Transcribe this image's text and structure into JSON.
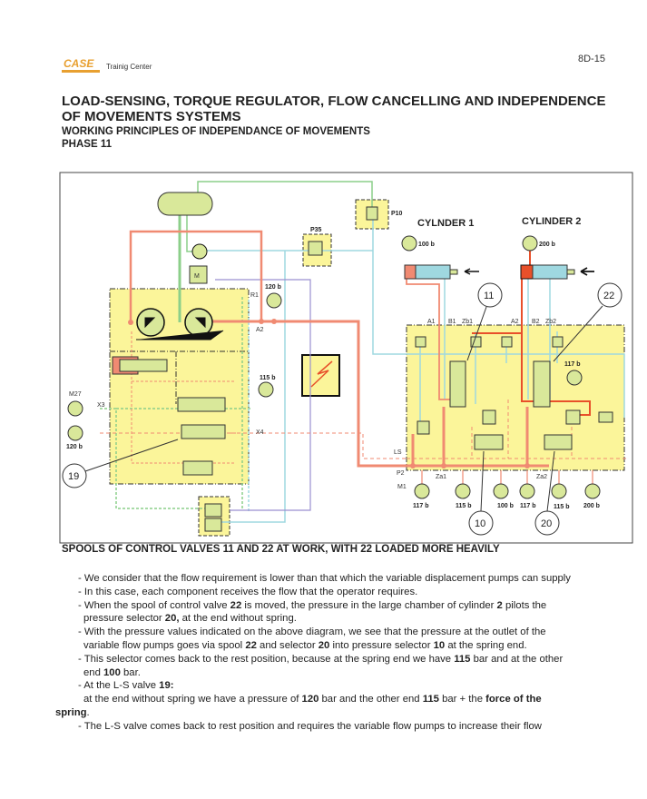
{
  "header": {
    "logo_text": "CASE",
    "training_label": "Trainig Center",
    "page_number": "8D-15"
  },
  "title": "LOAD-SENSING, TORQUE REGULATOR, FLOW CANCELLING AND INDEPENDENCE OF MOVEMENTS SYSTEMS",
  "subtitle": "WORKING PRINCIPLES OF INDEPENDANCE OF MOVEMENTS",
  "phase": "PHASE 11",
  "diagram": {
    "cylinder_1": "CYLNDER 1",
    "cylinder_2": "CYLINDER 2",
    "ports": {
      "p10": "P10",
      "p35": "P35",
      "r1": "R1",
      "a2_pump": "A2",
      "m27": "M27",
      "x3": "X3",
      "x4": "X4",
      "ls": "LS",
      "p2": "P2",
      "m1": "M1",
      "a1": "A1",
      "b1": "B1",
      "zb1": "Zb1",
      "a2": "A2",
      "b2": "B2",
      "zb2": "Zb2",
      "za1": "Za1",
      "za2": "Za2",
      "motor": "M"
    },
    "gauges": {
      "pump_outlet": "120 b",
      "x4": "115 b",
      "left_low": "120 b",
      "cyl1": "100 b",
      "cyl2": "200 b",
      "right_box": "117 b",
      "bottom": [
        "117 b",
        "115 b",
        "100 b",
        "117 b",
        "115 b",
        "200 b"
      ]
    },
    "callouts": {
      "c19": "19",
      "c11": "11",
      "c22": "22",
      "c10": "10",
      "c20": "20"
    },
    "colors": {
      "high_pressure": "#f08a72",
      "cyl2_pressure": "#e8502a",
      "return": "#9fd8e0",
      "suction": "#8ccf8a",
      "electric": "#9a8fd0",
      "block": "#fbf59a",
      "component": "#d9e89a"
    }
  },
  "caption": "SPOOLS OF CONTROL VALVES 11 AND 22 AT WORK, WITH 22 LOADED MORE HEAVILY",
  "body": [
    {
      "cls": "",
      "segs": [
        {
          "t": "- We consider that the flow requirement is lower than that which the variable displacement pumps can supply"
        }
      ]
    },
    {
      "cls": "",
      "segs": [
        {
          "t": "- In this case, each component receives the flow that the operator requires."
        }
      ]
    },
    {
      "cls": "",
      "segs": [
        {
          "t": "- When the spool of control valve "
        },
        {
          "t": "22",
          "b": true
        },
        {
          "t": " is moved, the pressure in the large chamber of cylinder "
        },
        {
          "t": "2",
          "b": true
        },
        {
          "t": " pilots the"
        }
      ]
    },
    {
      "cls": "ind",
      "segs": [
        {
          "t": "pressure selector "
        },
        {
          "t": "20,",
          "b": true
        },
        {
          "t": " at the end without spring."
        }
      ]
    },
    {
      "cls": "",
      "segs": [
        {
          "t": "- With the pressure values indicated on the above diagram, we see that the pressure at the outlet of the"
        }
      ]
    },
    {
      "cls": "ind",
      "segs": [
        {
          "t": "variable flow pumps goes via spool "
        },
        {
          "t": "22",
          "b": true
        },
        {
          "t": " and selector "
        },
        {
          "t": "20",
          "b": true
        },
        {
          "t": " into pressure selector "
        },
        {
          "t": "10",
          "b": true
        },
        {
          "t": " at the spring end."
        }
      ]
    },
    {
      "cls": "",
      "segs": [
        {
          "t": "- This selector comes back to the rest position, because at the spring end we have "
        },
        {
          "t": "115",
          "b": true
        },
        {
          "t": " bar and at the other"
        }
      ]
    },
    {
      "cls": "ind",
      "segs": [
        {
          "t": "end "
        },
        {
          "t": "100",
          "b": true
        },
        {
          "t": " bar."
        }
      ]
    },
    {
      "cls": "",
      "segs": [
        {
          "t": "- At the L-S valve "
        },
        {
          "t": "19:",
          "b": true
        }
      ]
    },
    {
      "cls": "ind",
      "segs": [
        {
          "t": "at the end without spring we have a pressure of "
        },
        {
          "t": "120",
          "b": true
        },
        {
          "t": " bar and the other end "
        },
        {
          "t": "115",
          "b": true
        },
        {
          "t": " bar + the "
        },
        {
          "t": "force of the",
          "b": true
        }
      ]
    },
    {
      "cls": "out",
      "segs": [
        {
          "t": "spring",
          "b": true
        },
        {
          "t": "."
        }
      ]
    },
    {
      "cls": "",
      "segs": [
        {
          "t": "- The L-S valve comes back to rest position and requires the variable flow pumps to increase their flow"
        }
      ]
    }
  ]
}
